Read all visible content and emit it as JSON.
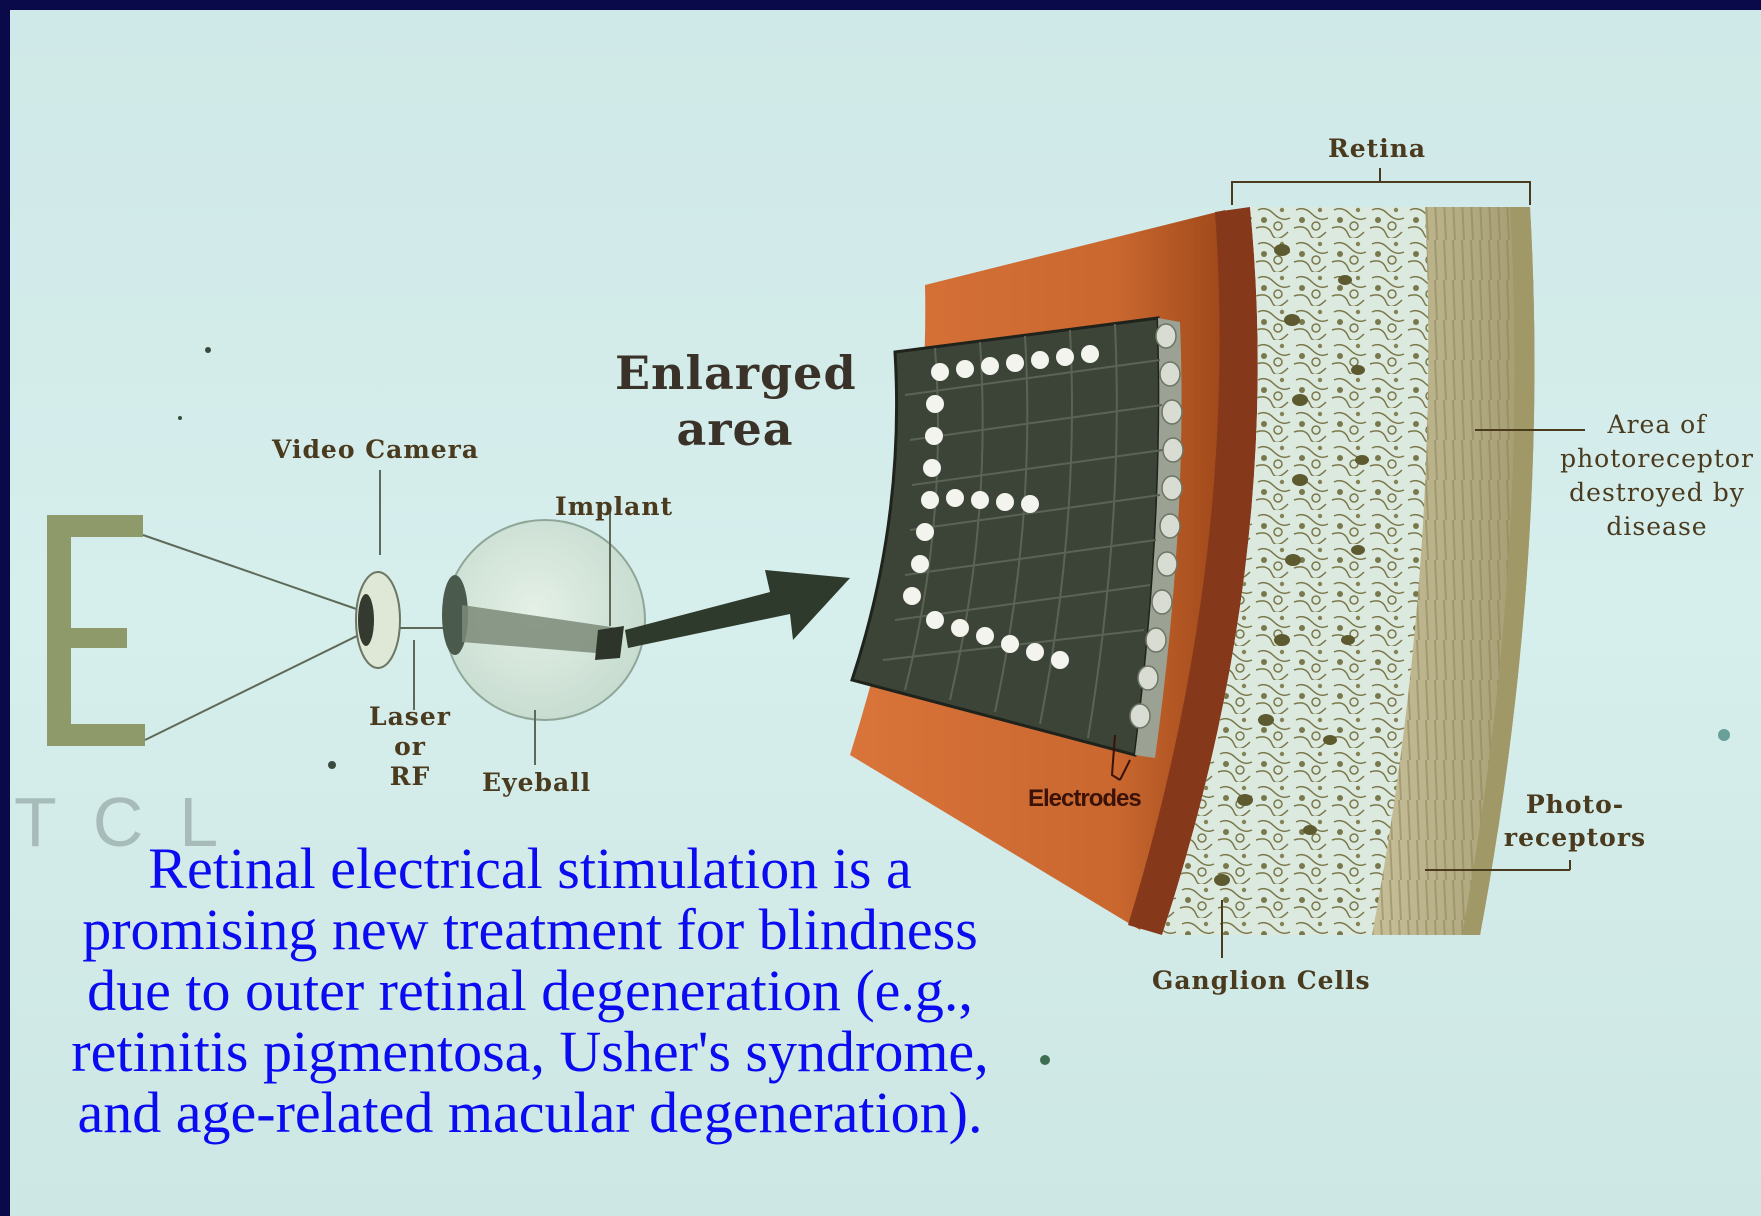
{
  "labels": {
    "retina": "Retina",
    "enlarged_area": "Enlarged area",
    "video_camera": "Video Camera",
    "implant": "Implant",
    "laser": "Laser",
    "or": "or",
    "rf": "RF",
    "eyeball": "Eyeball",
    "electrodes": "Electrodes",
    "area_of": "Area of",
    "photoreceptor": "photoreceptor",
    "destroyed_by": "destroyed by",
    "disease": "disease",
    "photo": "Photo-",
    "receptors": "receptors",
    "ganglion_cells": "Ganglion Cells",
    "tcl": "TCL"
  },
  "caption": "Retinal electrical stimulation is a promising new treatment for blindness due to outer retinal degeneration (e.g., retinitis pigmentosa, Usher's syndrome, and age-related macular degeneration).",
  "colors": {
    "background": "#d2ebea",
    "caption_text": "#0b0bf2",
    "retina_tissue": "#cf6f38",
    "electrode_grid": "#3c4438",
    "photoreceptor_layer": "#b8b088",
    "frame": "#06062a"
  }
}
